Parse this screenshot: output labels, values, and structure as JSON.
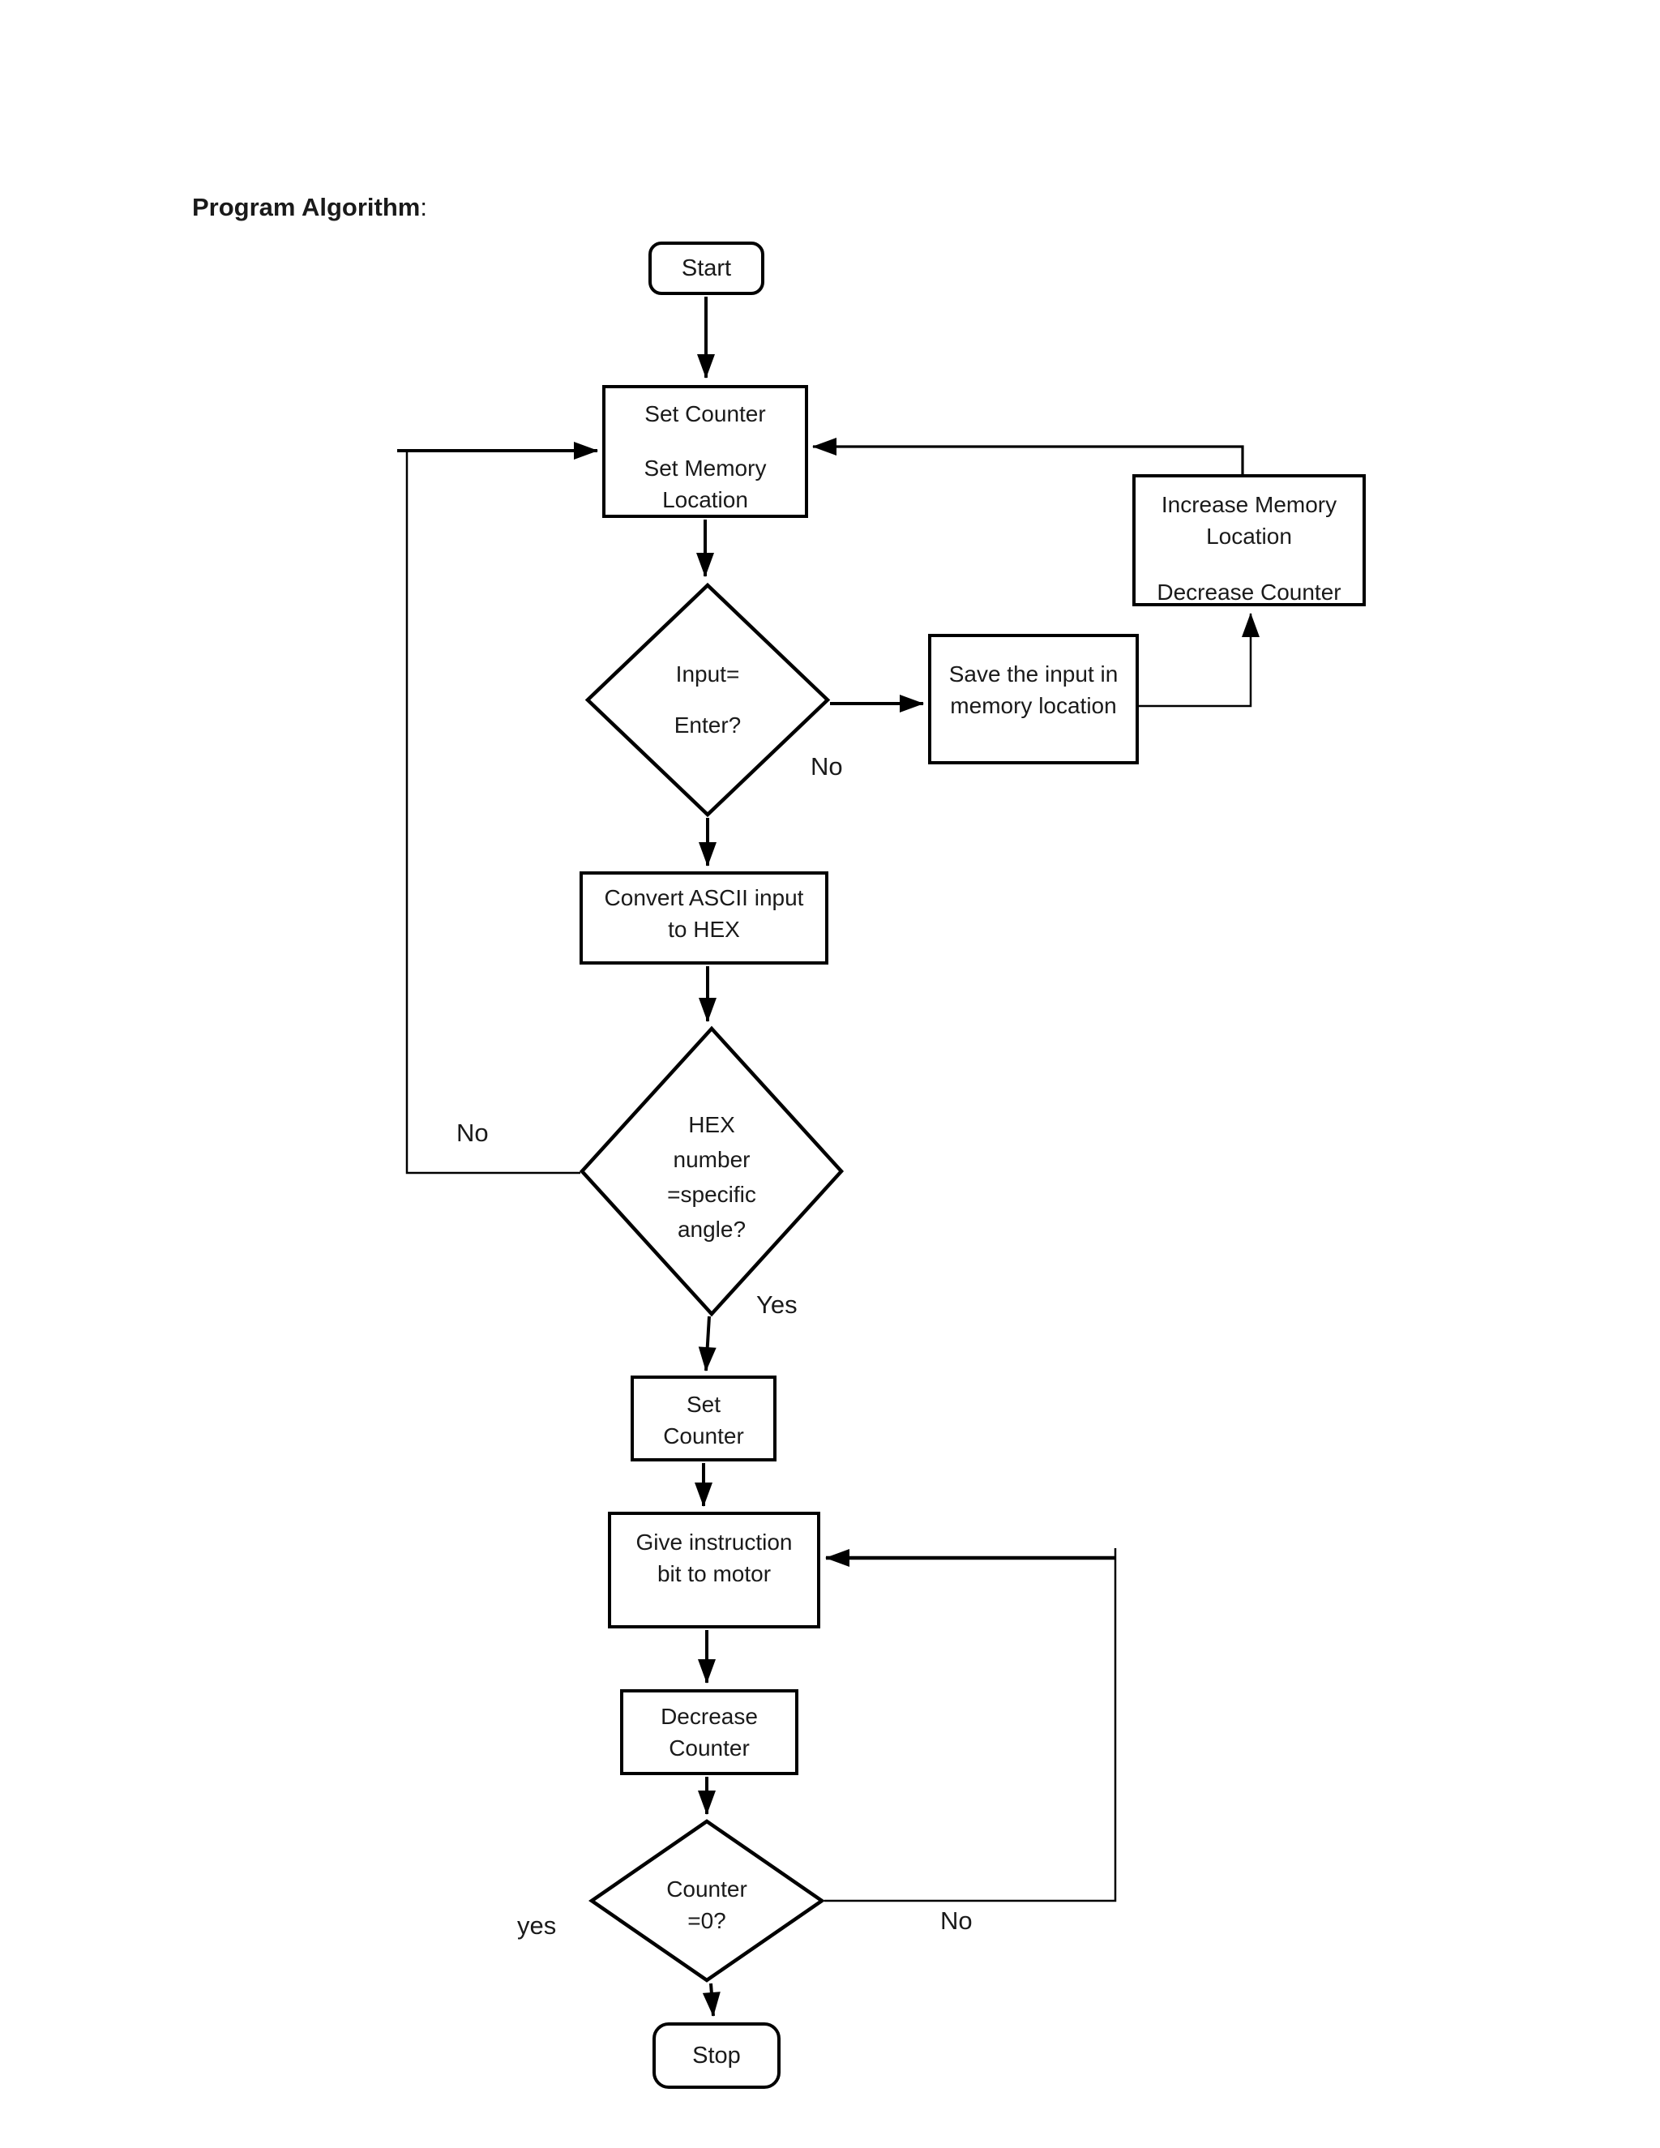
{
  "title": {
    "text": "Program Algorithm",
    "colon": ":"
  },
  "nodes": {
    "start": {
      "label": "Start"
    },
    "set_counter_memory": {
      "lines": [
        "Set Counter",
        "Set Memory",
        "Location"
      ]
    },
    "increase_memory": {
      "lines": [
        "Increase Memory",
        "Location",
        "Decrease Counter"
      ]
    },
    "input_enter": {
      "lines": [
        "Input=",
        "Enter?"
      ]
    },
    "save_input": {
      "lines": [
        "Save the input in",
        "memory location"
      ]
    },
    "convert_ascii": {
      "lines": [
        "Convert ASCII input",
        "to HEX"
      ]
    },
    "hex_angle": {
      "lines": [
        "HEX",
        "number",
        "=specific",
        "angle?"
      ]
    },
    "set_counter2": {
      "lines": [
        "Set",
        "Counter"
      ]
    },
    "give_instruction": {
      "lines": [
        "Give instruction",
        "bit to motor"
      ]
    },
    "decrease_counter": {
      "lines": [
        "Decrease",
        "Counter"
      ]
    },
    "counter_zero": {
      "lines": [
        "Counter",
        "=0?"
      ]
    },
    "stop": {
      "label": "Stop"
    }
  },
  "labels": {
    "input_no": "No",
    "hex_no": "No",
    "hex_yes": "Yes",
    "counter_yes": "yes",
    "counter_no": "No"
  },
  "colors": {
    "ink": "#000000",
    "paper": "#ffffff"
  }
}
